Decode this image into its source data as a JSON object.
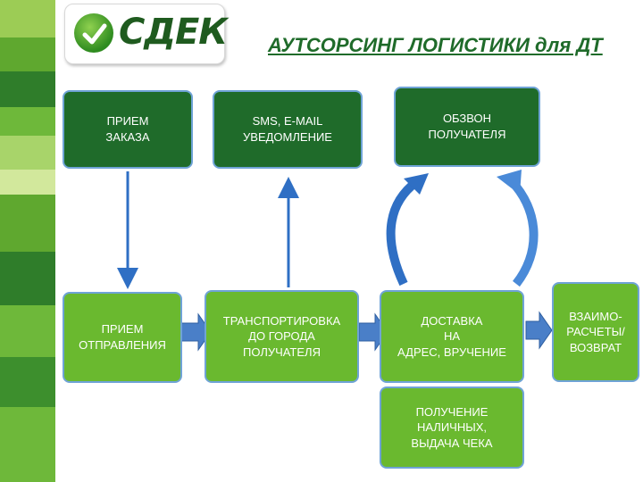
{
  "colors": {
    "dark_green": "#1f6b2a",
    "light_green": "#6ab92f",
    "arrow_blue": "#2f6fc4",
    "border_blue": "#6fa3d6"
  },
  "logo": {
    "text": "СДЕК",
    "emblem_icon": "check-circle-icon"
  },
  "title": "АУТСОРСИНГ ЛОГИСТИКИ для ДТ",
  "boxes": {
    "order_receipt": "ПРИЕМ\nЗАКАЗА",
    "sms_notice": "SMS, E-MAIL\nУВЕДОМЛЕНИЕ",
    "recipient_call": "ОБЗВОН\nПОЛУЧАТЕЛЯ",
    "shipment_receipt": "ПРИЕМ\nОТПРАВЛЕНИЯ",
    "transport": "ТРАНСПОРТИРОВКА\nДО ГОРОДА\nПОЛУЧАТЕЛЯ",
    "delivery": "ДОСТАВКА\nНА\nАДРЕС, ВРУЧЕНИЕ",
    "settlement": "ВЗАИМО-\nРАСЧЕТЫ/\nВОЗВРАТ",
    "cash": "ПОЛУЧЕНИЕ\nНАЛИЧНЫХ,\nВЫДАЧА ЧЕКА"
  }
}
